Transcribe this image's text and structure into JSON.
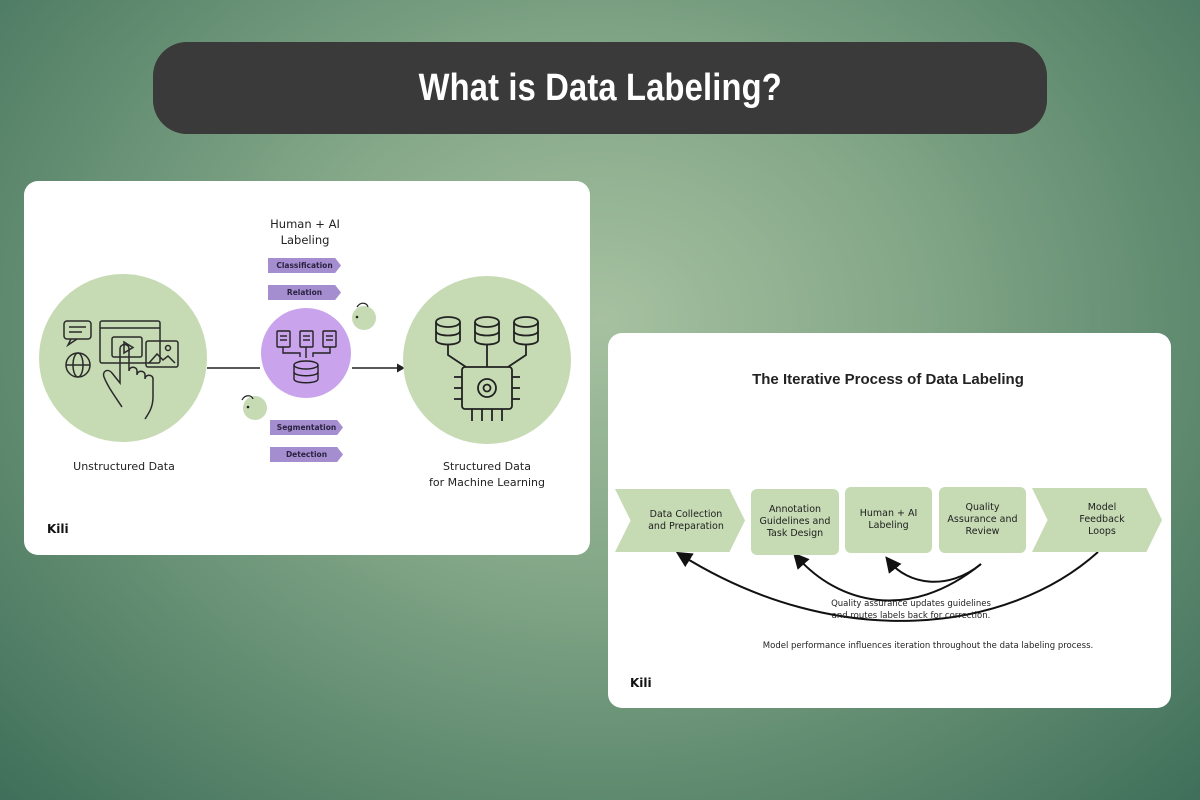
{
  "title": "What is Data Labeling?",
  "card1": {
    "center_heading": "Human + AI Labeling",
    "tags_top": [
      "Classification",
      "Relation"
    ],
    "tags_bottom": [
      "Segmentation",
      "Detection"
    ],
    "left_label": "Unstructured Data",
    "right_label_line1": "Structured Data",
    "right_label_line2": "for Machine Learning",
    "logo": "Kili",
    "colors": {
      "green_circle": "#c6dbb4",
      "purple_circle": "#c9a3ec",
      "tag": "#a58ed0"
    }
  },
  "card2": {
    "title": "The Iterative Process of Data Labeling",
    "steps": [
      "Data Collection and Preparation",
      "Annotation Guidelines and Task Design",
      "Human + AI Labeling",
      "Quality Assurance and Review",
      "Model Feedback Loops"
    ],
    "note1_line1": "Quality assurance updates guidelines",
    "note1_line2": "and routes labels back for correction.",
    "note2": "Model performance influences iteration throughout the data labeling process.",
    "logo": "Kili",
    "colors": {
      "step": "#c6dbb4"
    }
  }
}
